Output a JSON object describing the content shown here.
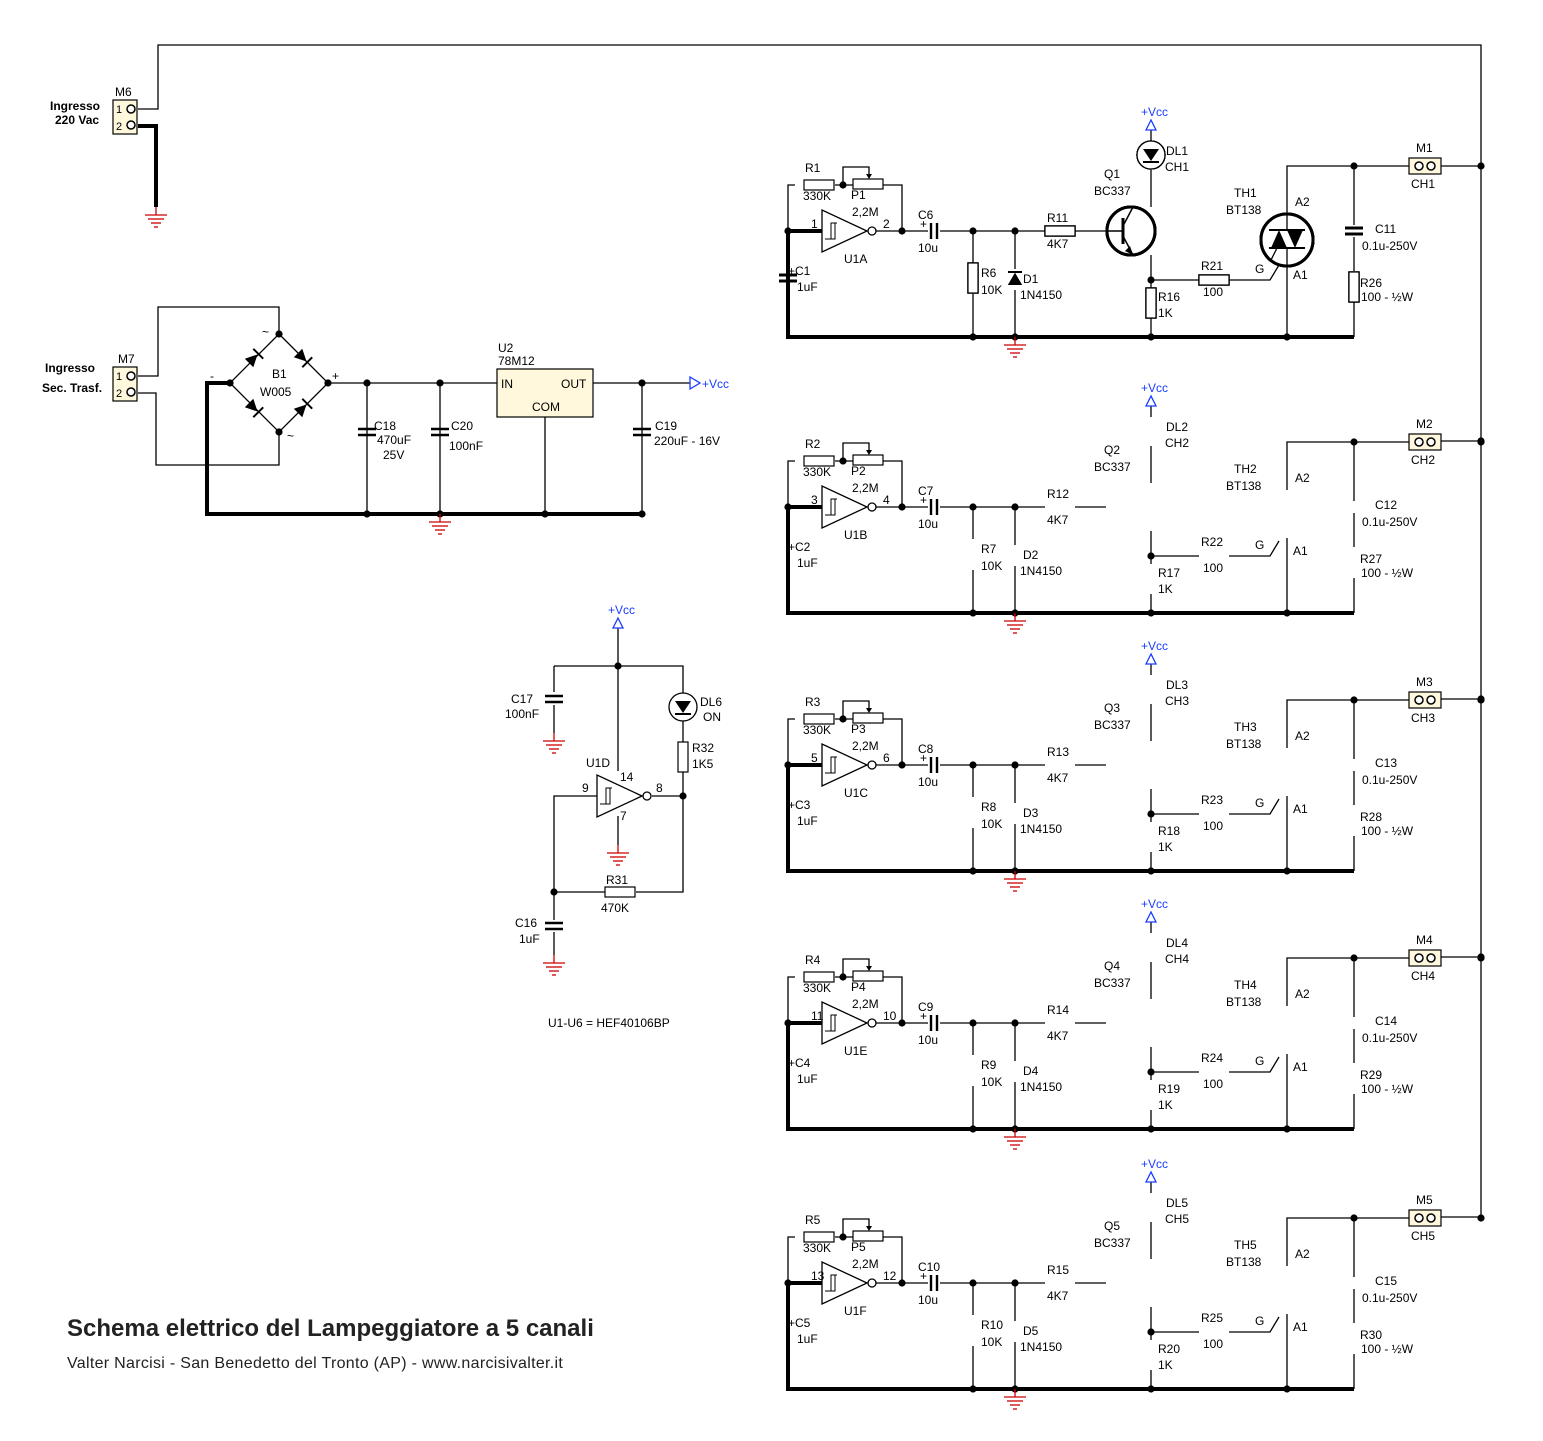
{
  "title": "Schema elettrico del Lampeggiatore a 5 canali",
  "subtitle": "Valter Narcisi - San Benedetto del Tronto (AP) - www.narcisivalter.it",
  "colors": {
    "wire": "#000000",
    "ground": "#cc0000",
    "vcc": "#1a3cff",
    "connector": "#fff8dc"
  },
  "mains_input": {
    "ref": "M6",
    "label_line1": "Ingresso",
    "label_line2": "220 Vac",
    "pin1": "1",
    "pin2": "2"
  },
  "sec_input": {
    "ref": "M7",
    "label_line1": "Ingresso",
    "label_line2": "Sec. Trasf.",
    "pin1": "1",
    "pin2": "2"
  },
  "bridge": {
    "ref": "B1",
    "part": "W005",
    "minus": "-",
    "plus": "+",
    "ac1": "~",
    "ac2": "~"
  },
  "c18": {
    "ref": "C18",
    "value": "470uF",
    "voltage": "25V",
    "polarity": "+"
  },
  "c20": {
    "ref": "C20",
    "value": "100nF"
  },
  "regulator": {
    "ref": "U2",
    "part": "78M12",
    "pin_in": "IN",
    "pin_out": "OUT",
    "pin_com": "COM"
  },
  "c19": {
    "ref": "C19",
    "value": "220uF - 16V",
    "polarity": "+"
  },
  "vcc_label": "+Vcc",
  "oscillator": {
    "c17": {
      "ref": "C17",
      "value": "100nF"
    },
    "led": {
      "ref": "DL6",
      "label": "ON"
    },
    "r32": {
      "ref": "R32",
      "value": "1K5"
    },
    "gate": {
      "ref": "U1D",
      "pin_in": "9",
      "pin_out": "8",
      "pin_vdd": "14",
      "pin_gnd": "7"
    },
    "r31": {
      "ref": "R31",
      "value": "470K"
    },
    "c16": {
      "ref": "C16",
      "value": "1uF",
      "polarity": "+"
    },
    "note": "U1-U6 = HEF40106BP"
  },
  "channels": [
    {
      "gate": "U1A",
      "pin_in": "1",
      "pin_out": "2",
      "r_in": "R1",
      "r_in_val": "330K",
      "pot": "P1",
      "pot_val": "2,2M",
      "c_t": "C1",
      "c_t_val": "1uF",
      "c_c": "C6",
      "c_c_val": "10u",
      "r_pd": "R6",
      "r_pd_val": "10K",
      "diode": "D1",
      "diode_val": "1N4150",
      "r_b": "R11",
      "r_b_val": "4K7",
      "q": "Q1",
      "q_val": "BC337",
      "led": "DL1",
      "led_lbl": "CH1",
      "r_e": "R16",
      "r_e_val": "1K",
      "r_g": "R21",
      "r_g_val": "100",
      "triac": "TH1",
      "triac_val": "BT138",
      "a2": "A2",
      "a1": "A1",
      "g": "G",
      "c_s": "C11",
      "c_s_val": "0.1u-250V",
      "r_s": "R26",
      "r_s_val": "100 - ½W",
      "conn": "M1",
      "conn_lbl": "CH1",
      "plus": "+"
    },
    {
      "gate": "U1B",
      "pin_in": "3",
      "pin_out": "4",
      "r_in": "R2",
      "r_in_val": "330K",
      "pot": "P2",
      "pot_val": "2,2M",
      "c_t": "C2",
      "c_t_val": "1uF",
      "c_c": "C7",
      "c_c_val": "10u",
      "r_pd": "R7",
      "r_pd_val": "10K",
      "diode": "D2",
      "diode_val": "1N4150",
      "r_b": "R12",
      "r_b_val": "4K7",
      "q": "Q2",
      "q_val": "BC337",
      "led": "DL2",
      "led_lbl": "CH2",
      "r_e": "R17",
      "r_e_val": "1K",
      "r_g": "R22",
      "r_g_val": "100",
      "triac": "TH2",
      "triac_val": "BT138",
      "a2": "A2",
      "a1": "A1",
      "g": "G",
      "c_s": "C12",
      "c_s_val": "0.1u-250V",
      "r_s": "R27",
      "r_s_val": "100 - ½W",
      "conn": "M2",
      "conn_lbl": "CH2",
      "plus": "+"
    },
    {
      "gate": "U1C",
      "pin_in": "5",
      "pin_out": "6",
      "r_in": "R3",
      "r_in_val": "330K",
      "pot": "P3",
      "pot_val": "2,2M",
      "c_t": "C3",
      "c_t_val": "1uF",
      "c_c": "C8",
      "c_c_val": "10u",
      "r_pd": "R8",
      "r_pd_val": "10K",
      "diode": "D3",
      "diode_val": "1N4150",
      "r_b": "R13",
      "r_b_val": "4K7",
      "q": "Q3",
      "q_val": "BC337",
      "led": "DL3",
      "led_lbl": "CH3",
      "r_e": "R18",
      "r_e_val": "1K",
      "r_g": "R23",
      "r_g_val": "100",
      "triac": "TH3",
      "triac_val": "BT138",
      "a2": "A2",
      "a1": "A1",
      "g": "G",
      "c_s": "C13",
      "c_s_val": "0.1u-250V",
      "r_s": "R28",
      "r_s_val": "100 - ½W",
      "conn": "M3",
      "conn_lbl": "CH3",
      "plus": "+"
    },
    {
      "gate": "U1E",
      "pin_in": "11",
      "pin_out": "10",
      "r_in": "R4",
      "r_in_val": "330K",
      "pot": "P4",
      "pot_val": "2,2M",
      "c_t": "C4",
      "c_t_val": "1uF",
      "c_c": "C9",
      "c_c_val": "10u",
      "r_pd": "R9",
      "r_pd_val": "10K",
      "diode": "D4",
      "diode_val": "1N4150",
      "r_b": "R14",
      "r_b_val": "4K7",
      "q": "Q4",
      "q_val": "BC337",
      "led": "DL4",
      "led_lbl": "CH4",
      "r_e": "R19",
      "r_e_val": "1K",
      "r_g": "R24",
      "r_g_val": "100",
      "triac": "TH4",
      "triac_val": "BT138",
      "a2": "A2",
      "a1": "A1",
      "g": "G",
      "c_s": "C14",
      "c_s_val": "0.1u-250V",
      "r_s": "R29",
      "r_s_val": "100 - ½W",
      "conn": "M4",
      "conn_lbl": "CH4",
      "plus": "+"
    },
    {
      "gate": "U1F",
      "pin_in": "13",
      "pin_out": "12",
      "r_in": "R5",
      "r_in_val": "330K",
      "pot": "P5",
      "pot_val": "2,2M",
      "c_t": "C5",
      "c_t_val": "1uF",
      "c_c": "C10",
      "c_c_val": "10u",
      "r_pd": "R10",
      "r_pd_val": "10K",
      "diode": "D5",
      "diode_val": "1N4150",
      "r_b": "R15",
      "r_b_val": "4K7",
      "q": "Q5",
      "q_val": "BC337",
      "led": "DL5",
      "led_lbl": "CH5",
      "r_e": "R20",
      "r_e_val": "1K",
      "r_g": "R25",
      "r_g_val": "100",
      "triac": "TH5",
      "triac_val": "BT138",
      "a2": "A2",
      "a1": "A1",
      "g": "G",
      "c_s": "C15",
      "c_s_val": "0.1u-250V",
      "r_s": "R30",
      "r_s_val": "100 - ½W",
      "conn": "M5",
      "conn_lbl": "CH5",
      "plus": "+"
    }
  ]
}
